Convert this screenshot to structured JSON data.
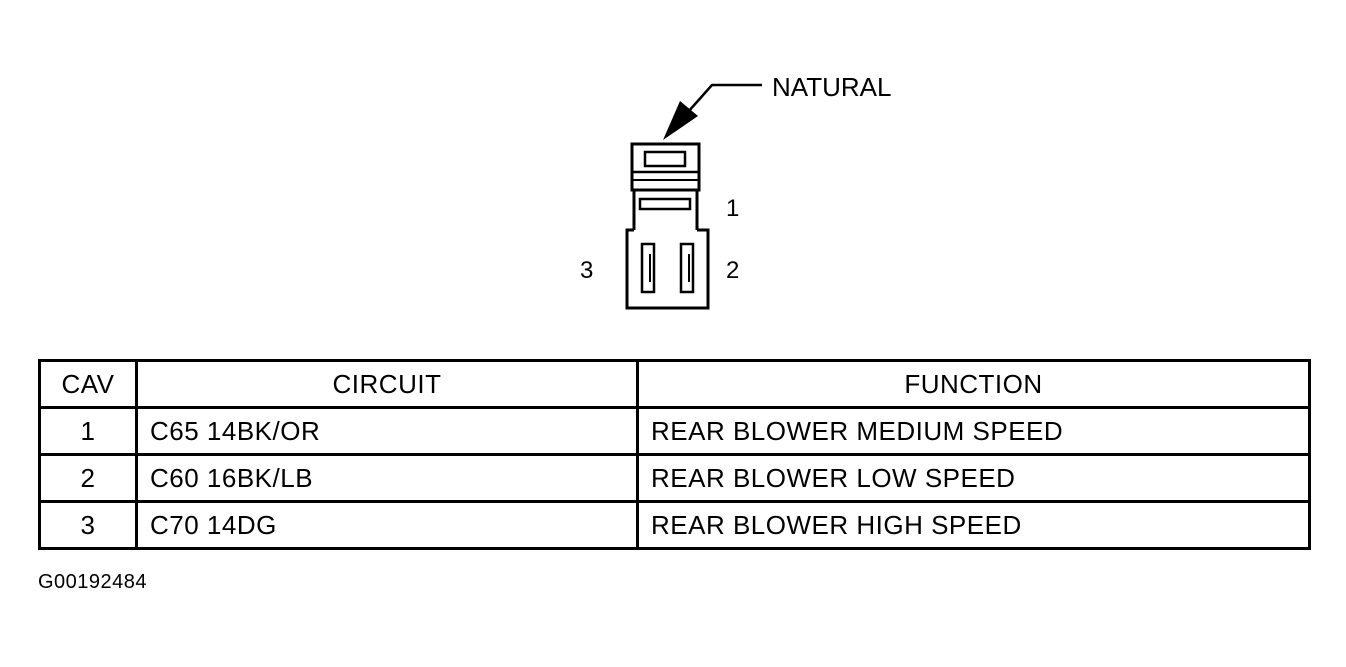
{
  "diagram": {
    "callout_label": "NATURAL",
    "pin_labels": [
      "1",
      "2",
      "3"
    ]
  },
  "table": {
    "headers": {
      "cav": "CAV",
      "circuit": "CIRCUIT",
      "function": "FUNCTION"
    },
    "rows": [
      {
        "cav": "1",
        "circuit": "C65 14BK/OR",
        "function": "REAR BLOWER MEDIUM SPEED"
      },
      {
        "cav": "2",
        "circuit": "C60 16BK/LB",
        "function": "REAR BLOWER LOW SPEED"
      },
      {
        "cav": "3",
        "circuit": "C70 14DG",
        "function": "REAR BLOWER HIGH SPEED"
      }
    ]
  },
  "figure_id": "G00192484"
}
